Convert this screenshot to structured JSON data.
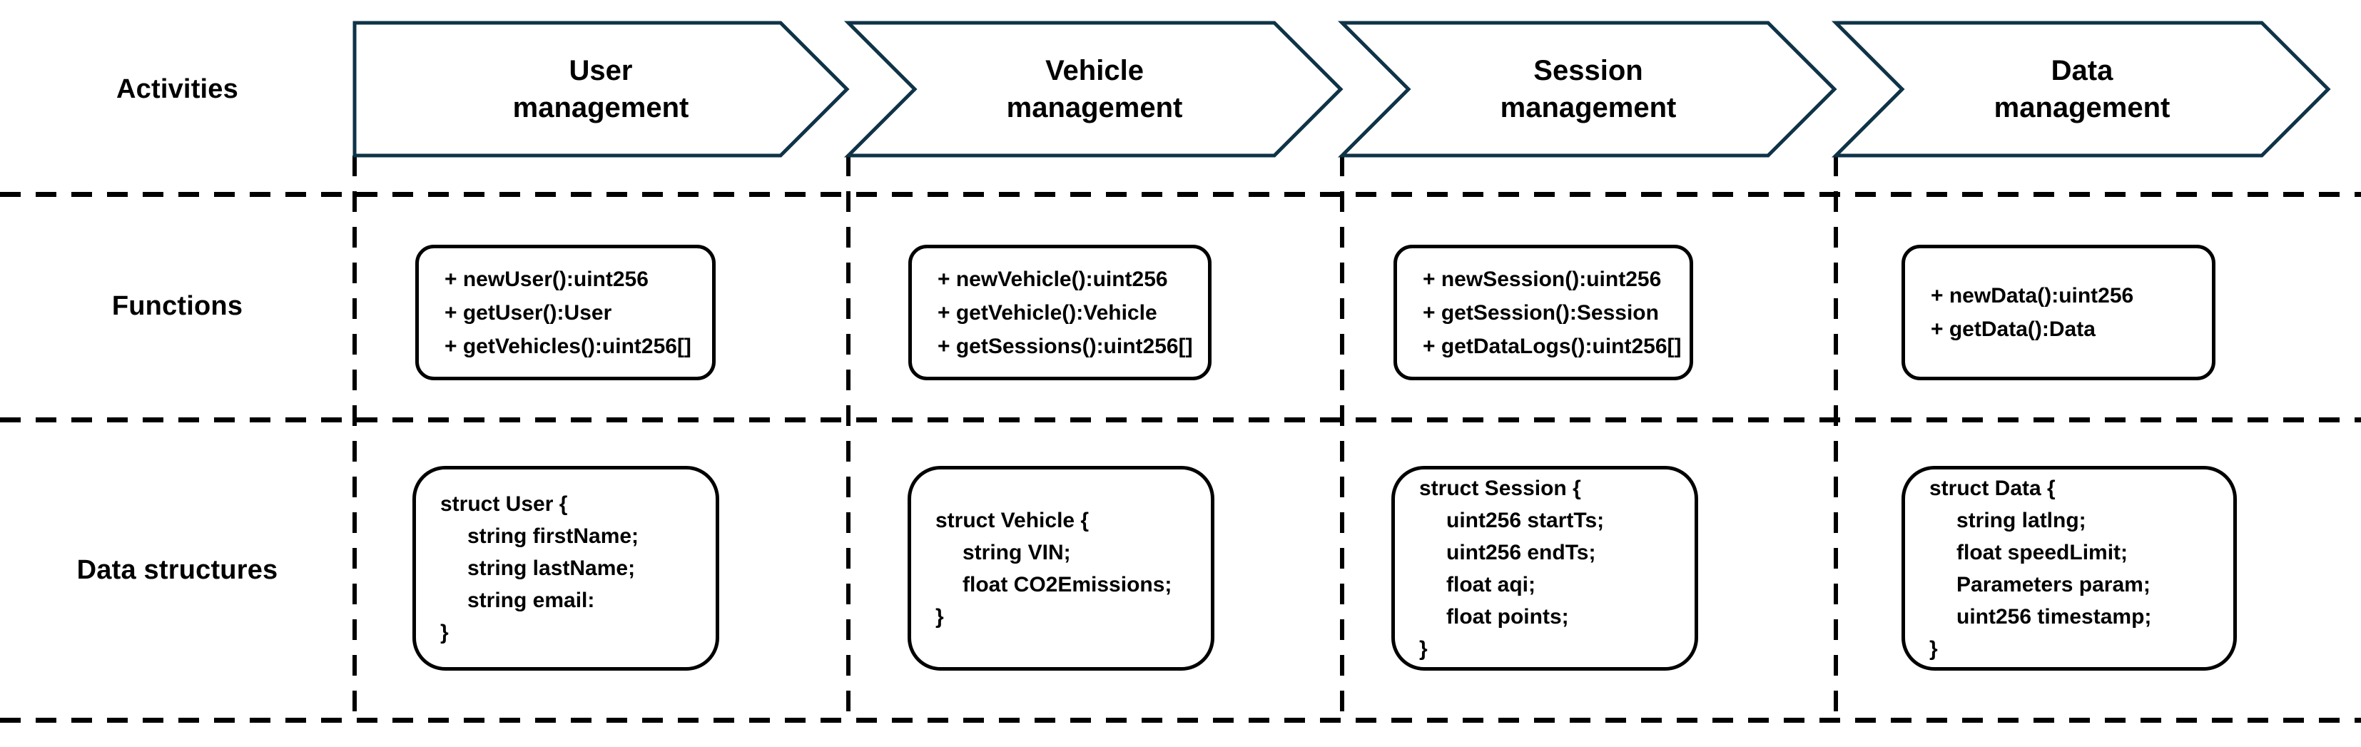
{
  "row_labels": {
    "activities": "Activities",
    "functions": "Functions",
    "data_structures": "Data structures"
  },
  "colors": {
    "chevron_border": "#0f3347",
    "box_border": "#000000",
    "text": "#000000",
    "background": "#ffffff"
  },
  "columns": [
    {
      "id": "user-management",
      "activity_line1": "User",
      "activity_line2": "management",
      "functions": [
        "+ newUser():uint256",
        "+ getUser():User",
        "+ getVehicles():uint256[]"
      ],
      "struct_open": "struct User {",
      "struct_fields": [
        "string firstName;",
        "string lastName;",
        "string email:"
      ],
      "struct_close": "}"
    },
    {
      "id": "vehicle-management",
      "activity_line1": "Vehicle",
      "activity_line2": "management",
      "functions": [
        "+ newVehicle():uint256",
        "+ getVehicle():Vehicle",
        "+ getSessions():uint256[]"
      ],
      "struct_open": "struct Vehicle {",
      "struct_fields": [
        "string VIN;",
        "float CO2Emissions;"
      ],
      "struct_close": "}"
    },
    {
      "id": "session-management",
      "activity_line1": "Session",
      "activity_line2": "management",
      "functions": [
        "+ newSession():uint256",
        "+ getSession():Session",
        "+ getDataLogs():uint256[]"
      ],
      "struct_open": "struct Session {",
      "struct_fields": [
        "uint256 startTs;",
        "uint256 endTs;",
        "float aqi;",
        "float points;"
      ],
      "struct_close": "}"
    },
    {
      "id": "data-management",
      "activity_line1": "Data",
      "activity_line2": "management",
      "functions": [
        "+ newData():uint256",
        "+ getData():Data"
      ],
      "struct_open": "struct Data {",
      "struct_fields": [
        "string latlng;",
        "float speedLimit;",
        "Parameters param;",
        "uint256 timestamp;"
      ],
      "struct_close": "}"
    }
  ]
}
